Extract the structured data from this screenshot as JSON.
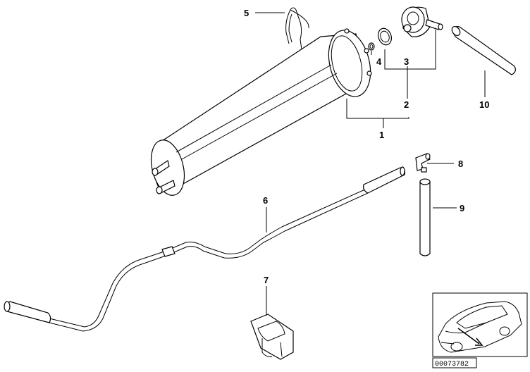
{
  "callouts": {
    "c1": "1",
    "c2": "2",
    "c3": "3",
    "c4": "4",
    "c5": "5",
    "c6": "6",
    "c7": "7",
    "c8": "8",
    "c9": "9",
    "c10": "10"
  },
  "reference_number": "00073782",
  "thumbnail_icon": "car-icon"
}
